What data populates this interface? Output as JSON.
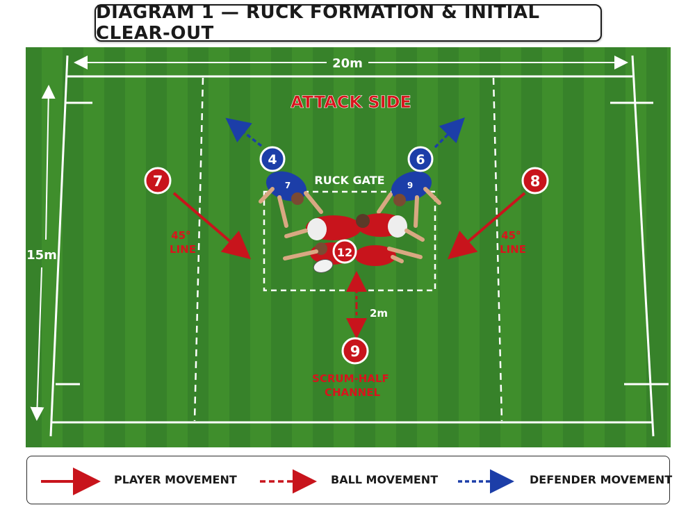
{
  "title": "DIAGRAM 1 — RUCK FORMATION & INITIAL CLEAR-OUT",
  "colors": {
    "pitch": "#3c8a2a",
    "attack_red": "#c8141c",
    "defend_blue": "#1c3ea8",
    "line_white": "#ffffff"
  },
  "field": {
    "width_label": "20m",
    "height_label": "15m",
    "attack_side_label": "ATTACK SIDE",
    "ruck_gate_label": "RUCK GATE",
    "distance_label": "2m",
    "left_line_label": [
      "45°",
      "LINE"
    ],
    "right_line_label": [
      "45°",
      "LINE"
    ],
    "scrum_half_label": [
      "SCRUM-HALF",
      "CHANNEL"
    ]
  },
  "players": {
    "p4": "4",
    "p6": "6",
    "p7": "7",
    "p8": "8",
    "p9": "9",
    "p12": "12"
  },
  "legend": {
    "player_movement": "PLAYER MOVEMENT",
    "ball_movement": "BALL MOVEMENT",
    "defender_movement": "DEFENDER MOVEMENT"
  }
}
